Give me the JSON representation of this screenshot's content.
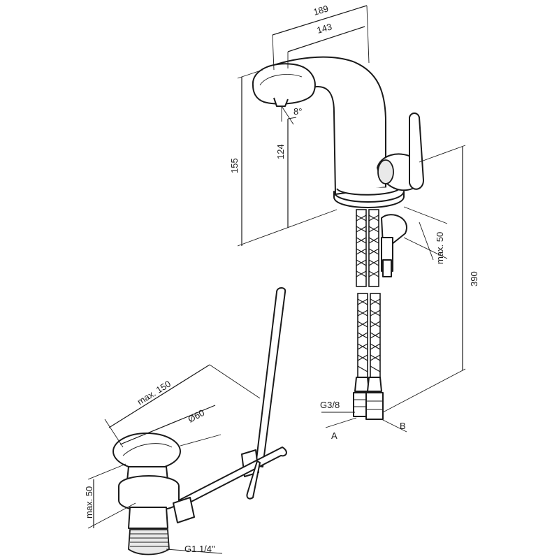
{
  "faucet_dimensions": {
    "overall_length": "189",
    "spout_reach": "143",
    "height_total": "155",
    "outlet_height": "124",
    "spout_angle": "8°",
    "hose_length": "390",
    "handle_clearance": "max. 50"
  },
  "connections": {
    "hose_thread": "G3/8",
    "hose_a": "A",
    "hose_b": "B"
  },
  "drain_dimensions": {
    "rod_length": "max. 150",
    "plug_diameter": "Ø60",
    "plug_height": "max. 50",
    "drain_thread": "G1 1/4\""
  }
}
